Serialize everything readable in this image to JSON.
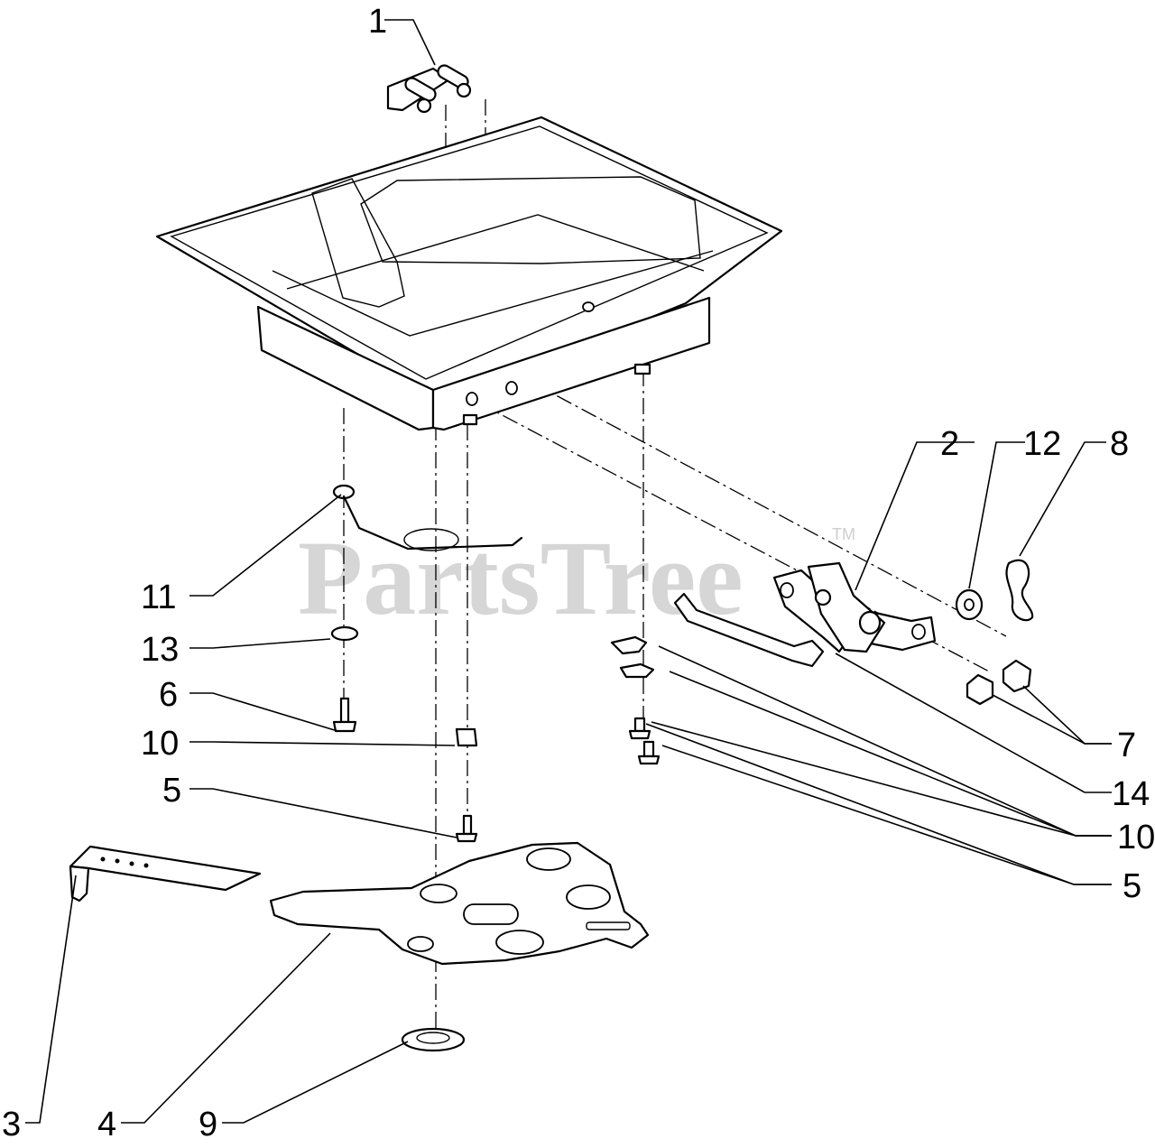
{
  "watermark": {
    "brand": "PartsTree",
    "trademark": "TM"
  },
  "callouts": {
    "c1": "1",
    "c2": "2",
    "c12": "12",
    "c8": "8",
    "c11": "11",
    "c13": "13",
    "c6": "6",
    "c10a": "10",
    "c5a": "5",
    "c7": "7",
    "c14": "14",
    "c10b": "10",
    "c5b": "5",
    "c3": "3",
    "c4": "4",
    "c9": "9"
  }
}
